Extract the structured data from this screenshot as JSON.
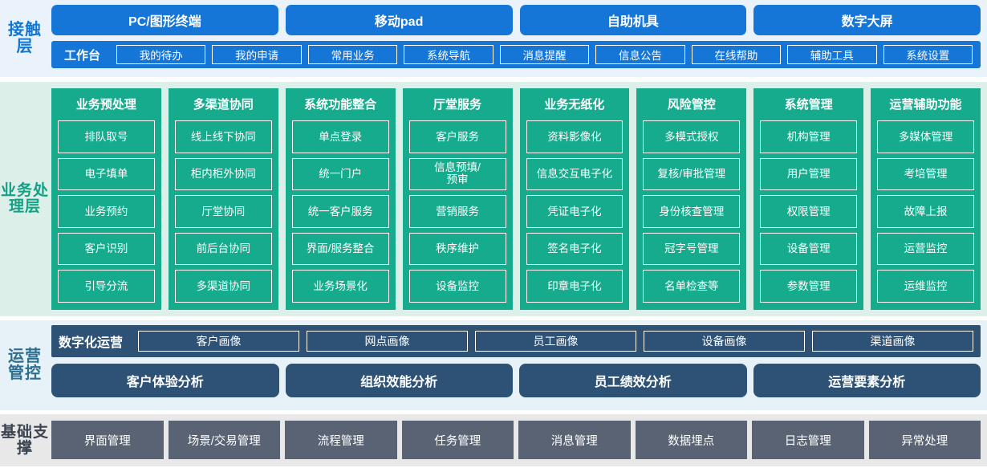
{
  "layers": {
    "contact": {
      "label": "接触层",
      "label_color": "#1177d1",
      "background": "#eaf2fb",
      "channels": [
        "PC/图形终端",
        "移动pad",
        "自助机具",
        "数字大屏"
      ],
      "workbench": {
        "title": "工作台",
        "items": [
          "我的待办",
          "我的申请",
          "常用业务",
          "系统导航",
          "消息提醒",
          "信息公告",
          "在线帮助",
          "辅助工具",
          "系统设置"
        ]
      }
    },
    "business": {
      "label": "业务处理层",
      "label_color": "#14a085",
      "background": "#dcefe8",
      "card_color": "#17ab8d",
      "columns": [
        {
          "title": "业务预处理",
          "items": [
            "排队取号",
            "电子填单",
            "业务预约",
            "客户识别",
            "引导分流"
          ]
        },
        {
          "title": "多渠道协同",
          "items": [
            "线上线下协同",
            "柜内柜外协同",
            "厅堂协同",
            "前后台协同",
            "多渠道协同"
          ]
        },
        {
          "title": "系统功能整合",
          "items": [
            "单点登录",
            "统一门户",
            "统一客户服务",
            "界面/服务整合",
            "业务场景化"
          ]
        },
        {
          "title": "厅堂服务",
          "items": [
            "客户服务",
            "信息预填/\n预审",
            "营销服务",
            "秩序维护",
            "设备监控"
          ]
        },
        {
          "title": "业务无纸化",
          "items": [
            "资料影像化",
            "信息交互电子化",
            "凭证电子化",
            "签名电子化",
            "印章电子化"
          ]
        },
        {
          "title": "风险管控",
          "items": [
            "多模式授权",
            "复核/审批管理",
            "身份核查管理",
            "冠字号管理",
            "名单检查等"
          ]
        },
        {
          "title": "系统管理",
          "items": [
            "机构管理",
            "用户管理",
            "权限管理",
            "设备管理",
            "参数管理"
          ]
        },
        {
          "title": "运营辅助功能",
          "items": [
            "多媒体管理",
            "考培管理",
            "故障上报",
            "运营监控",
            "运维监控"
          ]
        }
      ]
    },
    "operations": {
      "label": "运营管控",
      "label_color": "#2e6f8e",
      "background": "#e7f1f8",
      "bar_color": "#2e5276",
      "portrait": {
        "title": "数字化运营",
        "items": [
          "客户画像",
          "网点画像",
          "员工画像",
          "设备画像",
          "渠道画像"
        ]
      },
      "analysis": [
        "客户体验分析",
        "组织效能分析",
        "员工绩效分析",
        "运营要素分析"
      ]
    },
    "base": {
      "label": "基础支撑",
      "label_color": "#3b4351",
      "background": "#e8e8e8",
      "button_color": "#5a6373",
      "items": [
        "界面管理",
        "场景/交易管理",
        "流程管理",
        "任务管理",
        "消息管理",
        "数据埋点",
        "日志管理",
        "异常处理"
      ]
    }
  }
}
